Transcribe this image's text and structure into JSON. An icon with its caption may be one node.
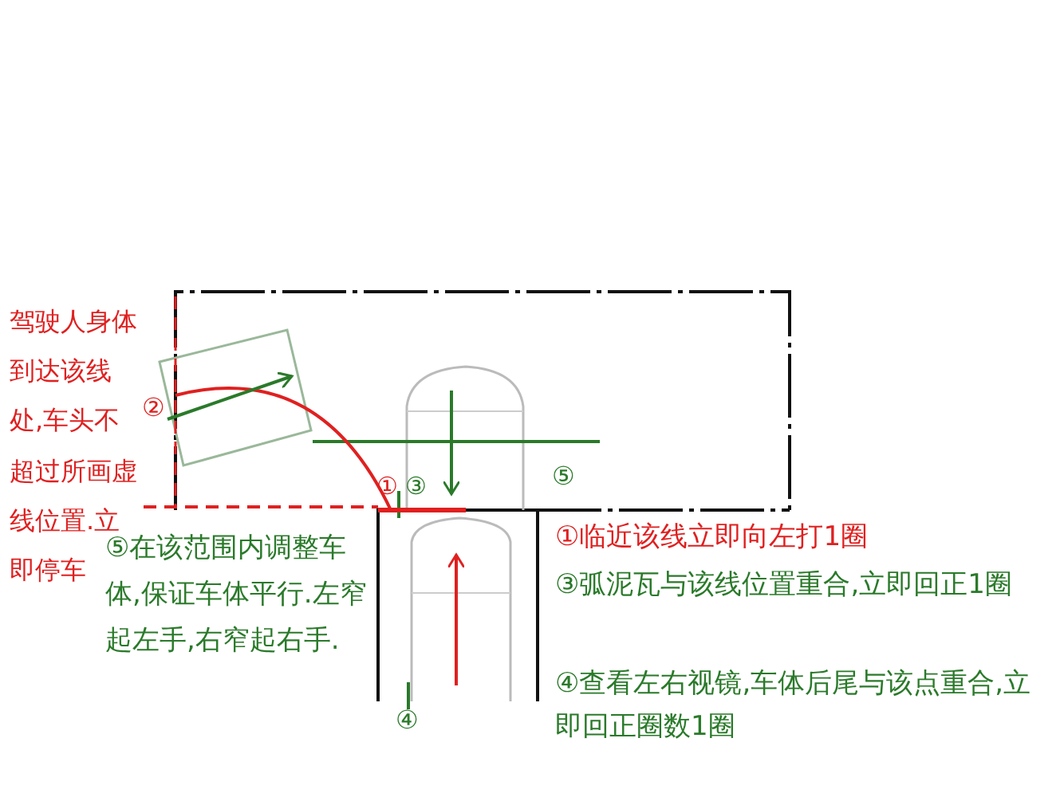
{
  "diagram": {
    "labels": [
      "驾驶人身体到达该线处,车头不超过所画虚线位置.立即停车",
      "②",
      "①",
      "③",
      "⑤",
      "⑤在该范围内调整车体,保证车体平行.左窄起左手,右窄起右手.",
      "①临近该线立即向左打1圈",
      "③弧泥瓦与该线位置重合,立即回正1圈",
      "④查看左右视镜,车体后尾与该点重合,立即回正圈数1圈",
      "④"
    ]
  }
}
